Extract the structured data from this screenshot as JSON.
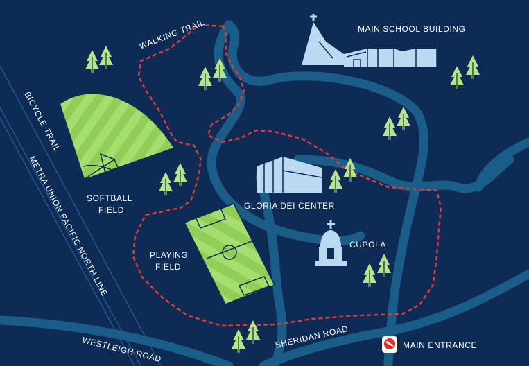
{
  "colors": {
    "background": "#0d2b55",
    "water": "#1b5d89",
    "building": "#bcd9f2",
    "building_outline": "#0d2b55",
    "field_light": "#a6dd6e",
    "field_dark": "#8fcf58",
    "tree": "#b9e387",
    "trail": "#e03a3a",
    "road_line": "#24578a",
    "entrance_icon": "#e02b2b"
  },
  "labels": {
    "walking_trail": "WALKING TRAIL",
    "main_school_building": "MAIN SCHOOL BUILDING",
    "bicycle_trail": "BICYCLE TRAIL",
    "metra_line": "METRA UNION PACIFIC NORTH LINE",
    "softball_field_1": "SOFTBALL",
    "softball_field_2": "FIELD",
    "gloria_dei_center": "GLORIA DEI CENTER",
    "cupola": "CUPOLA",
    "playing_field_1": "PLAYING",
    "playing_field_2": "FIELD",
    "westleigh_road": "WESTLEIGH ROAD",
    "sheridan_road": "SHERIDAN ROAD",
    "main_entrance": "MAIN ENTRANCE"
  },
  "icons": {
    "entrance": "no-entry-sign-icon",
    "tree": "pine-tree-icon",
    "cross": "cross-icon"
  }
}
